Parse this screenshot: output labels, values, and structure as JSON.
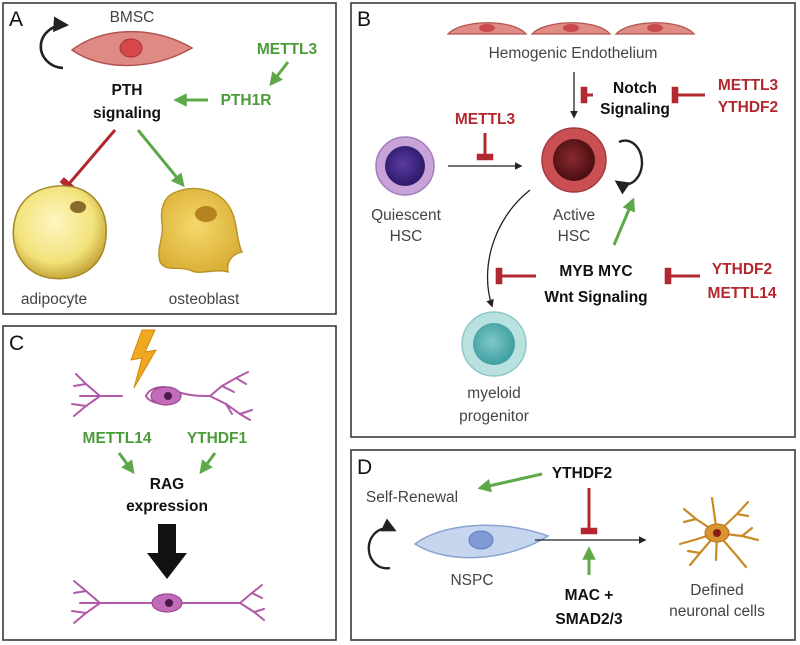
{
  "colors": {
    "activation": "#5fa84a",
    "inhibition": "#b3282e",
    "neutral": "#222222"
  },
  "panel_a": {
    "letter": "A",
    "bmsc": "BMSC",
    "mettl3": "METTL3",
    "pth1r": "PTH1R",
    "pth": "PTH",
    "signaling": "signaling",
    "adipocyte": "adipocyte",
    "osteoblast": "osteoblast"
  },
  "panel_b": {
    "letter": "B",
    "endothelium": "Hemogenic Endothelium",
    "notch": "Notch",
    "signaling": "Signaling",
    "reg1_a": "METTL3",
    "reg1_b": "YTHDF2",
    "mettl3": "METTL3",
    "quiescent": "Quiescent",
    "hsc": "HSC",
    "active": "Active",
    "myb_myc": "MYB MYC",
    "wnt": "Wnt Signaling",
    "reg2_a": "YTHDF2",
    "reg2_b": "METTL14",
    "myeloid": "myeloid",
    "progenitor": "progenitor"
  },
  "panel_c": {
    "letter": "C",
    "mettl14": "METTL14",
    "ythdf1": "YTHDF1",
    "rag": "RAG",
    "expression": "expression"
  },
  "panel_d": {
    "letter": "D",
    "ythdf2": "YTHDF2",
    "self_renewal": "Self-Renewal",
    "nspc": "NSPC",
    "mac": "MAC +",
    "smad": "SMAD2/3",
    "defined": "Defined",
    "neuronal": "neuronal cells"
  }
}
